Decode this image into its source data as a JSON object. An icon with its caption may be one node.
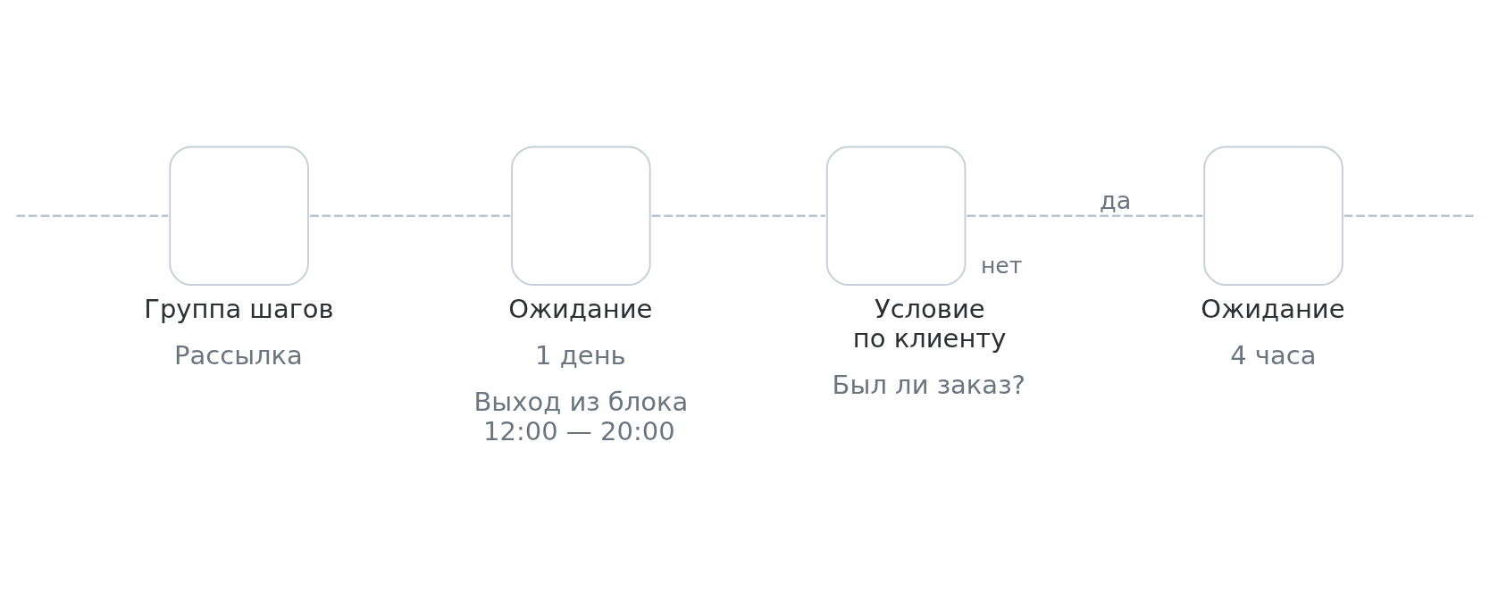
{
  "diagram": {
    "nodes": [
      {
        "text": [
          "Группа шагов",
          "Рассылка"
        ]
      },
      {
        "text": [
          "Ожидание",
          "1 день",
          "Выход из блока 12:00 — 20:00"
        ]
      },
      {
        "text": [
          "Условие по клиенту",
          "Был ли заказ?"
        ],
        "beside": [
          "нет"
        ]
      },
      {
        "text": [
          "Ожидание",
          "4 часа"
        ]
      }
    ],
    "edges": [
      {
        "from": null,
        "to": 0,
        "arrow": "none",
        "style": "dashed"
      },
      {
        "from": 0,
        "to": 1,
        "arrow": "none",
        "style": "dashed"
      },
      {
        "from": 1,
        "to": 2,
        "arrow": "none",
        "style": "dashed"
      },
      {
        "from": 2,
        "to": 3,
        "arrow": "none",
        "style": "dashed",
        "label": "да"
      },
      {
        "from": 3,
        "to": null,
        "arrow": "none",
        "style": "dashed"
      }
    ]
  }
}
